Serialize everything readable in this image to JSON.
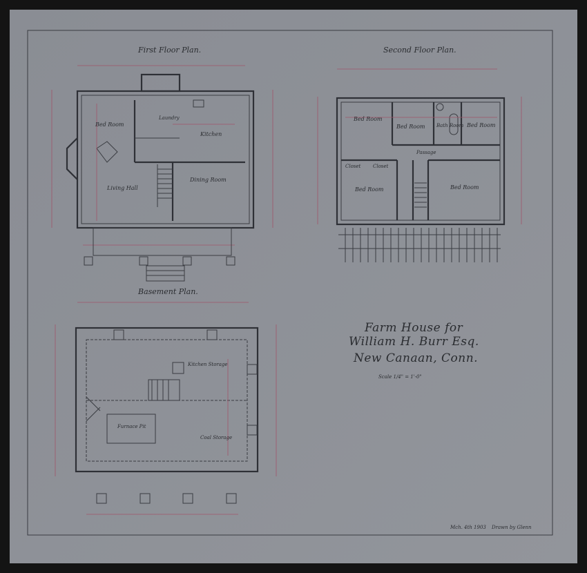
{
  "sheet": {
    "first_floor": {
      "title": "First Floor Plan.",
      "rooms": [
        "Bed Room",
        "Laundry",
        "Kitchen",
        "Living Hall",
        "Dining Room"
      ]
    },
    "second_floor": {
      "title": "Second Floor Plan.",
      "rooms": [
        "Bed Room",
        "Bed Room",
        "Bath Room",
        "Bed Room",
        "Passage",
        "Closet",
        "Closet",
        "Bed Room",
        "Bed Room"
      ]
    },
    "basement": {
      "title": "Basement Plan.",
      "rooms": [
        "Kitchen Storage",
        "Coal Storage",
        "Furnace Pit"
      ]
    },
    "title_block": {
      "line1": "Farm House for",
      "line2": "William H. Burr Esq.",
      "line3": "New Canaan, Conn.",
      "scale": "Scale 1/4\" = 1'-0\""
    },
    "footer": {
      "date": "Mch. 4th 1903",
      "drawn_by": "Drawn by Glenn"
    },
    "colors": {
      "paper": "#8c8f96",
      "ink": "#2e3036",
      "red_ink": "#a0546a",
      "frame": "#141414"
    }
  }
}
